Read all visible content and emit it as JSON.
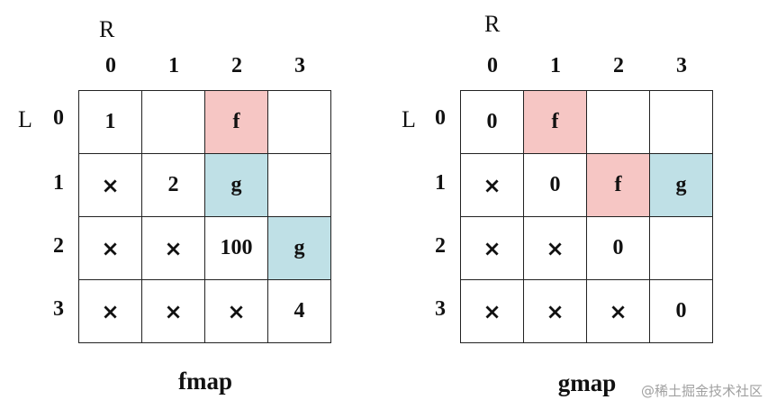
{
  "tables": [
    {
      "caption": "fmap",
      "axis_row_label": "R",
      "axis_col_label": "L",
      "col_headers": [
        "0",
        "1",
        "2",
        "3"
      ],
      "row_headers": [
        "0",
        "1",
        "2",
        "3"
      ],
      "rows": [
        [
          "1",
          "",
          "f",
          ""
        ],
        [
          "×",
          "2",
          "g",
          ""
        ],
        [
          "×",
          "×",
          "100",
          "g"
        ],
        [
          "×",
          "×",
          "×",
          "4"
        ]
      ]
    },
    {
      "caption": "gmap",
      "axis_row_label": "R",
      "axis_col_label": "L",
      "col_headers": [
        "0",
        "1",
        "2",
        "3"
      ],
      "row_headers": [
        "0",
        "1",
        "2",
        "3"
      ],
      "rows": [
        [
          "0",
          "f",
          "",
          ""
        ],
        [
          "×",
          "0",
          "f",
          "g"
        ],
        [
          "×",
          "×",
          "0",
          ""
        ],
        [
          "×",
          "×",
          "×",
          "0"
        ]
      ]
    }
  ],
  "colors": {
    "f_highlight": "#f6c6c4",
    "g_highlight": "#bfe0e6"
  },
  "watermark": "@稀土掘金技术社区"
}
